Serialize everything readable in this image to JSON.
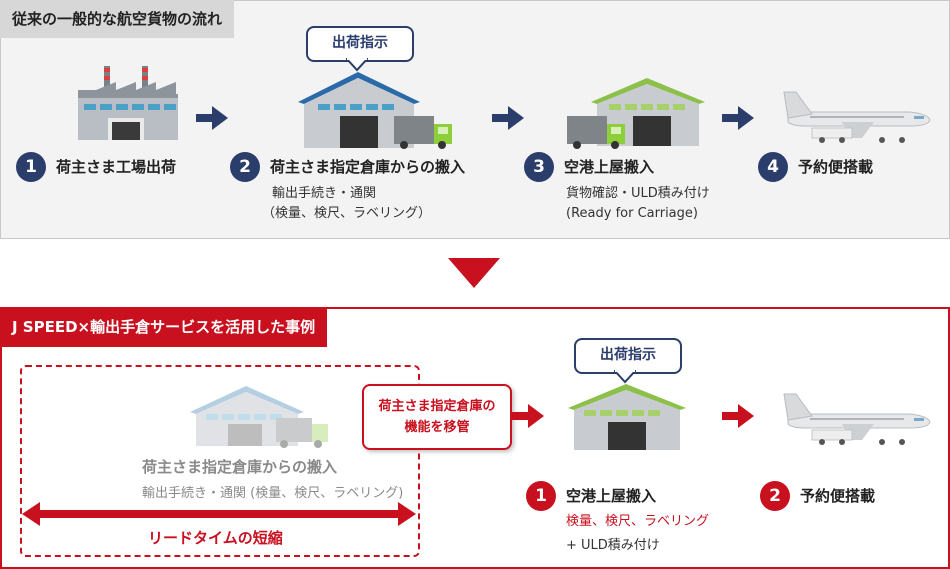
{
  "section1": {
    "title": "従来の一般的な航空貨物の流れ",
    "callout": "出荷指示",
    "steps": [
      {
        "num": "1",
        "label": "荷主さま工場出荷",
        "sub1": "",
        "sub2": ""
      },
      {
        "num": "2",
        "label": "荷主さま指定倉庫からの搬入",
        "sub1": "輸出手続き・通関",
        "sub2": "（検量、検尺、ラベリング）"
      },
      {
        "num": "3",
        "label": "空港上屋搬入",
        "sub1": "貨物確認・ULD積み付け",
        "sub2": "(Ready for Carriage)"
      },
      {
        "num": "4",
        "label": "予約便搭載",
        "sub1": "",
        "sub2": ""
      }
    ]
  },
  "section2": {
    "title": "J SPEED×輸出手倉サービスを活用した事例",
    "moved_label": "荷主さま指定倉庫からの搬入",
    "moved_sub": "輸出手続き・通関 (検量、検尺、ラベリング)",
    "lead_time": "リードタイムの短縮",
    "transfer_line1": "荷主さま指定倉庫の",
    "transfer_line2": "機能を移管",
    "callout": "出荷指示",
    "steps": [
      {
        "num": "1",
        "label": "空港上屋搬入",
        "sub1": "検量、検尺、ラベリング",
        "sub2": "+ ULD積み付け"
      },
      {
        "num": "2",
        "label": "予約便搭載"
      }
    ]
  },
  "colors": {
    "navy": "#2b3d6b",
    "red": "#c8101e",
    "panel_gray": "#f3f3f3"
  },
  "icons": [
    "factory-icon",
    "warehouse-icon",
    "truck-icon",
    "airport-warehouse-icon",
    "airplane-icon",
    "arrow-right-icon",
    "arrow-down-icon"
  ]
}
